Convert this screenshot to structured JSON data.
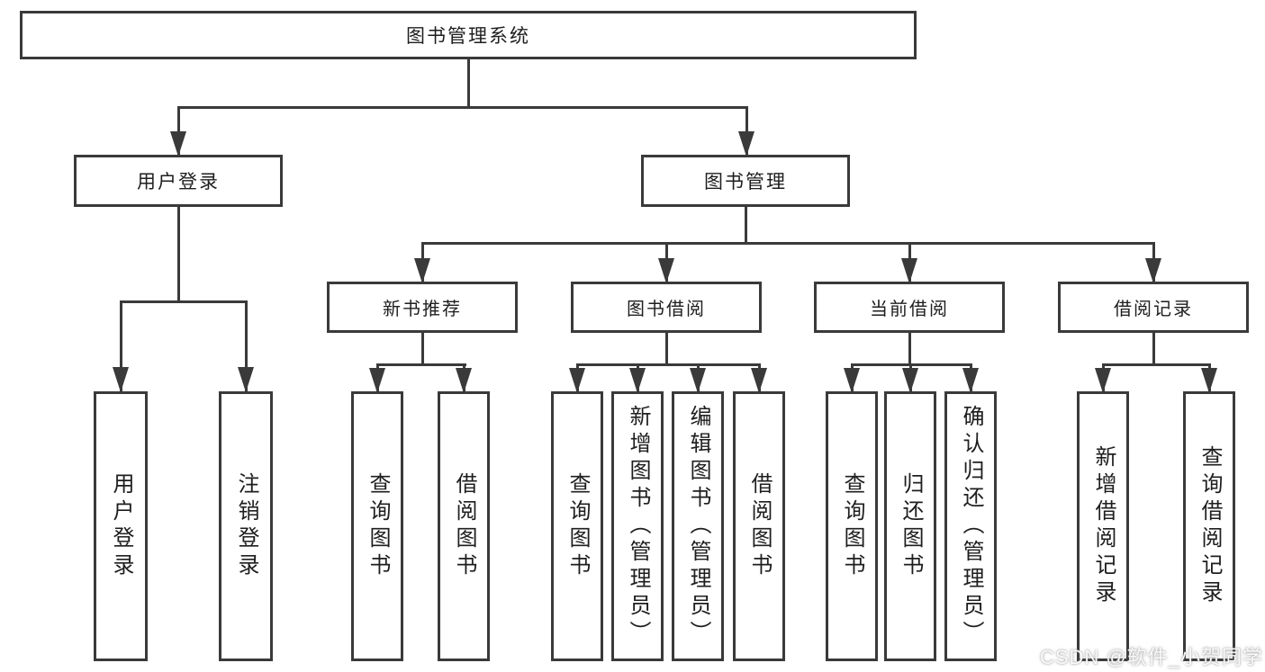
{
  "diagram": {
    "root": {
      "label": "图书管理系统"
    },
    "level1": [
      {
        "label": "用户登录"
      },
      {
        "label": "图书管理"
      }
    ],
    "level2": [
      {
        "label": "新书推荐"
      },
      {
        "label": "图书借阅"
      },
      {
        "label": "当前借阅"
      },
      {
        "label": "借阅记录"
      }
    ],
    "leaves": {
      "user_login": [
        {
          "label": "用户登录"
        },
        {
          "label": "注销登录"
        }
      ],
      "new_book": [
        {
          "label": "查询图书"
        },
        {
          "label": "借阅图书"
        }
      ],
      "book_borrow": [
        {
          "label": "查询图书"
        },
        {
          "label": "新增图书（管理员）"
        },
        {
          "label": "编辑图书（管理员）"
        },
        {
          "label": "借阅图书"
        }
      ],
      "current_borrow": [
        {
          "label": "查询图书"
        },
        {
          "label": "归还图书"
        },
        {
          "label": "确认归还（管理员）"
        }
      ],
      "borrow_records": [
        {
          "label": "新增借阅记录"
        },
        {
          "label": "查询借阅记录"
        }
      ]
    }
  },
  "watermark": {
    "text": "CSDN @软件_小贺同学"
  },
  "colors": {
    "line": "#3a3a3a",
    "text": "#1e1e1e",
    "background": "#ffffff",
    "watermark": "#d8d8d8"
  }
}
